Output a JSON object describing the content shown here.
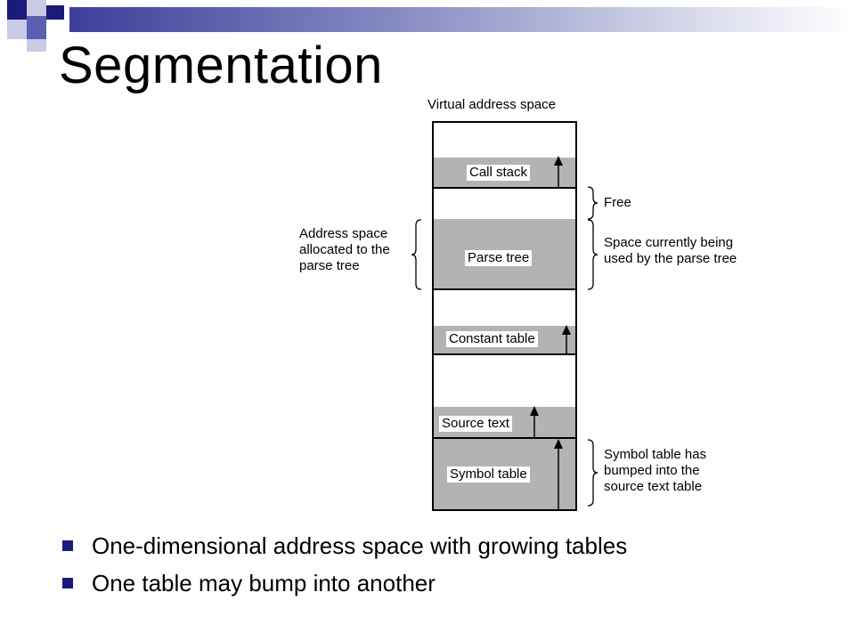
{
  "slide": {
    "title": "Segmentation",
    "accent_colors": {
      "dark_navy": "#1a1a7a",
      "medium_blue": "#5b5fb0",
      "light_lavender": "#c8cae6",
      "segment_gray": "#b3b3b3"
    }
  },
  "diagram": {
    "header": "Virtual address space",
    "segments": [
      {
        "name": "Call stack",
        "grows": true
      },
      {
        "name": "Parse tree",
        "grows": false
      },
      {
        "name": "Constant table",
        "grows": true
      },
      {
        "name": "Source text",
        "grows": true
      },
      {
        "name": "Symbol table",
        "grows": true
      }
    ],
    "annotations": {
      "free": "Free",
      "left": [
        "Address space",
        "allocated to the",
        "parse tree"
      ],
      "right_parse": [
        "Space currently being",
        "used by the parse tree"
      ],
      "right_symbol": [
        "Symbol table has",
        "bumped into the",
        "source text table"
      ]
    }
  },
  "bullets": [
    "One-dimensional address space with growing tables",
    "One table may bump into another"
  ]
}
